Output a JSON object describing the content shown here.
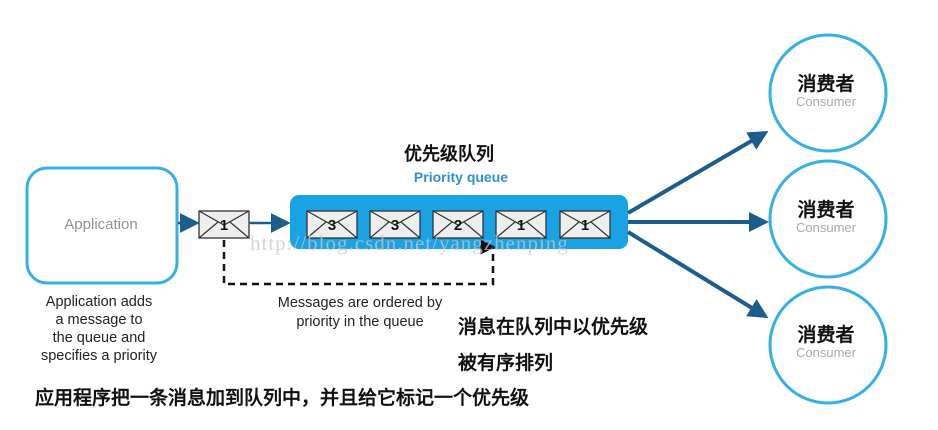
{
  "application": {
    "label": "Application",
    "caption_lines": [
      "Application adds",
      "a message to",
      "the queue and",
      "specifies a priority"
    ],
    "caption_zh": "应用程序把一条消息加到队列中，并且给它标记一个优先级"
  },
  "incoming_message": {
    "priority": "1"
  },
  "queue": {
    "title_zh": "优先级队列",
    "title_en": "Priority queue",
    "messages": [
      {
        "priority": "3"
      },
      {
        "priority": "3"
      },
      {
        "priority": "2"
      },
      {
        "priority": "1"
      },
      {
        "priority": "1"
      }
    ],
    "note_lines": [
      "Messages are ordered by",
      "priority in the queue"
    ],
    "note_zh_lines": [
      "消息在队列中以优先级",
      "被有序排列"
    ]
  },
  "consumers": [
    {
      "label_zh": "消费者",
      "label_en": "Consumer"
    },
    {
      "label_zh": "消费者",
      "label_en": "Consumer"
    },
    {
      "label_zh": "消费者",
      "label_en": "Consumer"
    }
  ],
  "watermark": "http://blog.csdn.net/yangzhenping",
  "colors": {
    "accent": "#1aa3e4",
    "box_border": "#35b0e6",
    "arrow": "#1c5d8e",
    "envelope_fill": "#eeeeee"
  }
}
